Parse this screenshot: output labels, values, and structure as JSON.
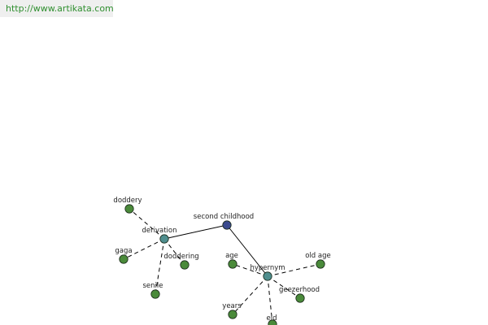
{
  "source": {
    "url_text": "http://www.artikata.com"
  },
  "colors": {
    "root": "#3a4a8e",
    "relation": "#4f8e8e",
    "leaf": "#4a8a3a",
    "stroke": "#1a2a1a",
    "edge": "#000000"
  },
  "graph": {
    "nodes": [
      {
        "id": "second-childhood",
        "label": "second childhood",
        "kind": "root"
      },
      {
        "id": "derivation",
        "label": "derivation",
        "kind": "relation"
      },
      {
        "id": "hypernym",
        "label": "hypernym",
        "kind": "relation"
      },
      {
        "id": "doddery",
        "label": "doddery",
        "kind": "leaf"
      },
      {
        "id": "gaga",
        "label": "gaga",
        "kind": "leaf"
      },
      {
        "id": "doddering",
        "label": "doddering",
        "kind": "leaf"
      },
      {
        "id": "senile",
        "label": "senile",
        "kind": "leaf"
      },
      {
        "id": "age",
        "label": "age",
        "kind": "leaf"
      },
      {
        "id": "old-age",
        "label": "old age",
        "kind": "leaf"
      },
      {
        "id": "geezerhood",
        "label": "geezerhood",
        "kind": "leaf"
      },
      {
        "id": "years",
        "label": "years",
        "kind": "leaf"
      },
      {
        "id": "eld",
        "label": "eld",
        "kind": "leaf"
      }
    ],
    "edges": [
      {
        "from": "second-childhood",
        "to": "derivation",
        "style": "solid"
      },
      {
        "from": "second-childhood",
        "to": "hypernym",
        "style": "solid"
      },
      {
        "from": "derivation",
        "to": "doddery",
        "style": "dashed"
      },
      {
        "from": "derivation",
        "to": "gaga",
        "style": "dashed"
      },
      {
        "from": "derivation",
        "to": "doddering",
        "style": "dashed"
      },
      {
        "from": "derivation",
        "to": "senile",
        "style": "dashed"
      },
      {
        "from": "hypernym",
        "to": "age",
        "style": "dashed"
      },
      {
        "from": "hypernym",
        "to": "old-age",
        "style": "dashed"
      },
      {
        "from": "hypernym",
        "to": "geezerhood",
        "style": "dashed"
      },
      {
        "from": "hypernym",
        "to": "years",
        "style": "dashed"
      },
      {
        "from": "hypernym",
        "to": "eld",
        "style": "dashed"
      }
    ]
  }
}
